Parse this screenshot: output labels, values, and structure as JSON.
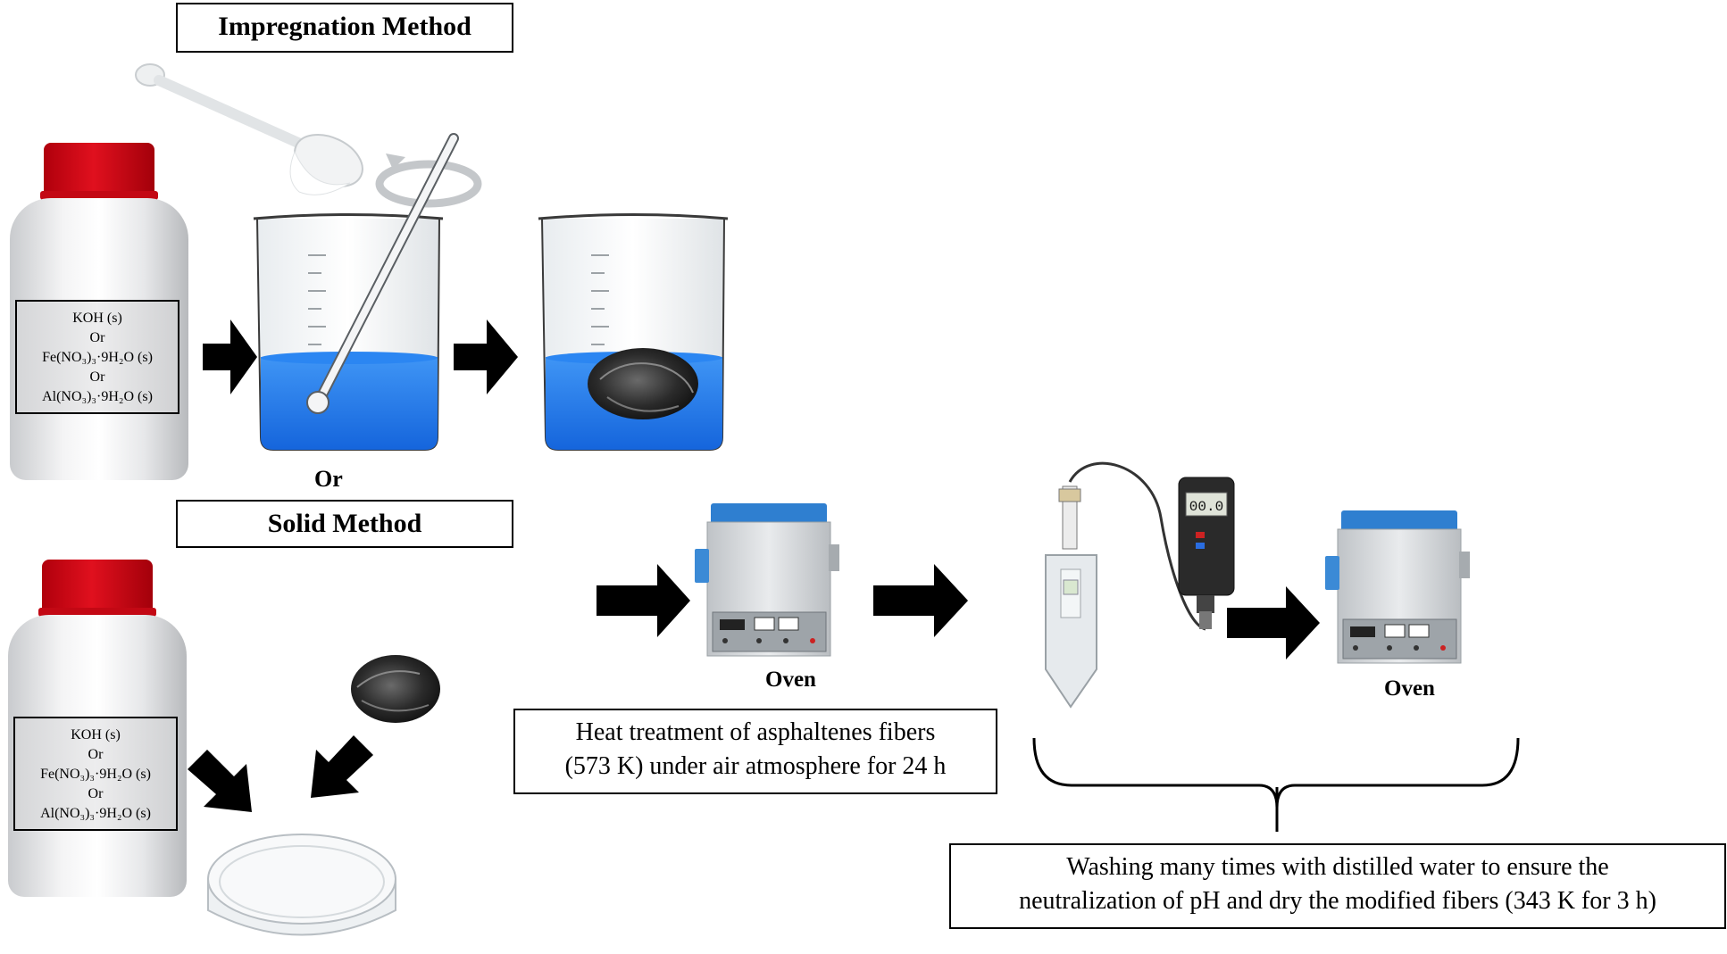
{
  "titles": {
    "impregnation": "Impregnation Method",
    "or": "Or",
    "solid": "Solid Method"
  },
  "reagent_label": {
    "line1": "KOH (s)",
    "line2": "Or",
    "line3": "Fe(NO₃)₃·9H₂O (s)",
    "line4": "Or",
    "line5": "Al(NO₃)₃·9H₂O (s)"
  },
  "oven_label_1": "Oven",
  "oven_label_2": "Oven",
  "ph_meter_display": "00.0",
  "heat_treatment": {
    "line1": "Heat treatment of asphaltenes fibers",
    "line2": "(573 K) under air atmosphere for 24 h"
  },
  "washing": {
    "line1": "Washing many times with distilled water to ensure the",
    "line2": "neutralization of pH and dry the modified fibers (343 K for 3 h)"
  },
  "colors": {
    "solution_blue": "#1e7bf0",
    "cap_red": "#d90a17",
    "oven_blue": "#2f7fd0",
    "arrow": "#000000"
  }
}
